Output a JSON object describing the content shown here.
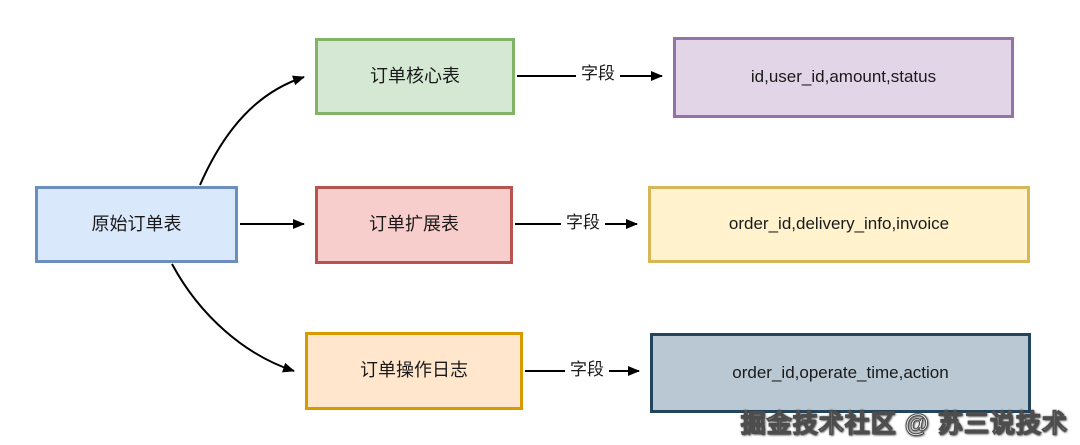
{
  "diagram": {
    "source": {
      "label": "原始订单表"
    },
    "branches": [
      {
        "table": "订单核心表",
        "edge_label": "字段",
        "fields": "id,user_id,amount,status"
      },
      {
        "table": "订单扩展表",
        "edge_label": "字段",
        "fields": "order_id,delivery_info,invoice"
      },
      {
        "table": "订单操作日志",
        "edge_label": "字段",
        "fields": "order_id,operate_time,action"
      }
    ],
    "colors": {
      "source_fill": "#dae8fc",
      "source_border": "#6c8ebf",
      "core_fill": "#d5e8d4",
      "core_border": "#82b366",
      "core_fields_fill": "#e1d5e7",
      "core_fields_border": "#9673a6",
      "ext_fill": "#f8cecc",
      "ext_border": "#b85450",
      "ext_fields_fill": "#fff2cc",
      "ext_fields_border": "#d6b656",
      "log_fill": "#ffe6cc",
      "log_border": "#d79b00",
      "log_fields_fill": "#bac8d3",
      "log_fields_border": "#23445d",
      "arrow": "#000000"
    }
  },
  "watermark": {
    "text": "掘金技术社区 @ 苏三说技术"
  }
}
